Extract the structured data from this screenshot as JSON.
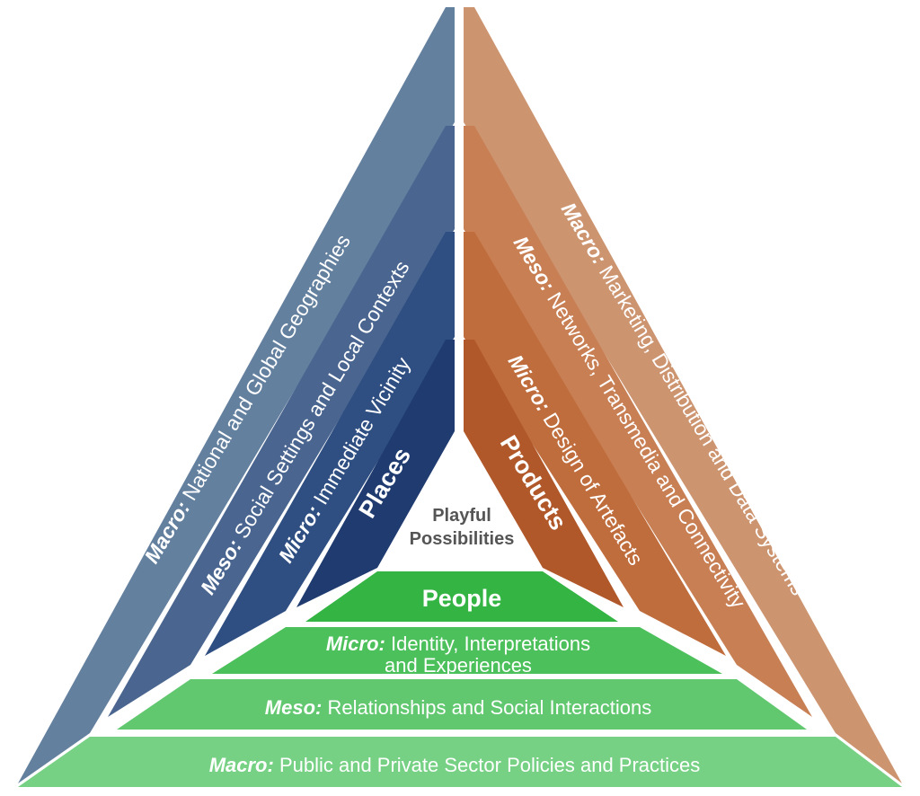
{
  "center": {
    "line1": "Playful",
    "line2": "Possibilities"
  },
  "places": {
    "title": "Places",
    "micro": {
      "level": "Micro:",
      "text": " Immediate Vicinity"
    },
    "meso": {
      "level": "Meso:",
      "text": " Social Settings and Local Contexts"
    },
    "macro": {
      "level": "Macro:",
      "text": " National and Global Geographies"
    }
  },
  "products": {
    "title": "Products",
    "micro": {
      "level": "Micro:",
      "text": " Design of Artefacts"
    },
    "meso": {
      "level": "Meso:",
      "text": " Networks, Transmedia and Connectivity"
    },
    "macro": {
      "level": "Macro:",
      "text": " Marketing, Distribution and Data Systems"
    }
  },
  "people": {
    "title": "People",
    "micro": {
      "level": "Micro:",
      "text": " Identity, Interpretations",
      "text2": "and Experiences"
    },
    "meso": {
      "level": "Meso:",
      "text": " Relationships and Social Interactions"
    },
    "macro": {
      "level": "Macro:",
      "text": " Public and Private Sector Policies and Practices"
    }
  },
  "colors": {
    "places": [
      "#1f3b70",
      "#2f4f82",
      "#4a6690",
      "#64809f"
    ],
    "products": [
      "#b0582a",
      "#c06d3d",
      "#c87f54",
      "#cd9470"
    ],
    "people": [
      "#33b443",
      "#4cc05b",
      "#61c870",
      "#77d185"
    ]
  }
}
